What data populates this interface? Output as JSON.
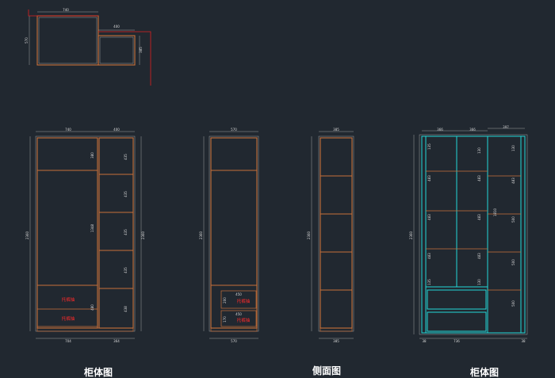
{
  "plan": {
    "w1": "740",
    "w2": "400",
    "d1": "570",
    "d2": "385"
  },
  "front": {
    "title": "柜体图",
    "top_w1": "740",
    "top_w2": "400",
    "bot_w1": "704",
    "bot_w2": "364",
    "h_total_left": "2360",
    "h_total_right": "2360",
    "inner_top": "380",
    "inner_main": "1348",
    "inner_low": "480",
    "right_cells": [
      "435",
      "435",
      "435",
      "435",
      "438"
    ],
    "drawer1": "托裤抽",
    "drawer2": "托裤抽"
  },
  "sideA": {
    "top_w": "570",
    "bot_w": "570",
    "h_total": "2360",
    "dim_a": "450",
    "dim_b": "450",
    "dim_c": "200",
    "dim_d": "170",
    "drawer1": "托裤抽",
    "drawer2": "托裤抽"
  },
  "sideB": {
    "title": "侧面图",
    "top_w": "385",
    "bot_w": "385",
    "h_total": "2360"
  },
  "cyan": {
    "title": "柜体图",
    "top_a": "366",
    "top_b": "366",
    "top_c": "397",
    "h_total": "2360",
    "bot_l": "38",
    "bot_m": "736",
    "bot_r": "38",
    "col1": [
      "135",
      "483",
      "483",
      "483",
      "135"
    ],
    "col2": [
      "130",
      "483",
      "483",
      "483",
      "130"
    ],
    "col3": [
      "130",
      "483",
      "500",
      "500",
      "500"
    ],
    "col3_extra": "1810"
  }
}
